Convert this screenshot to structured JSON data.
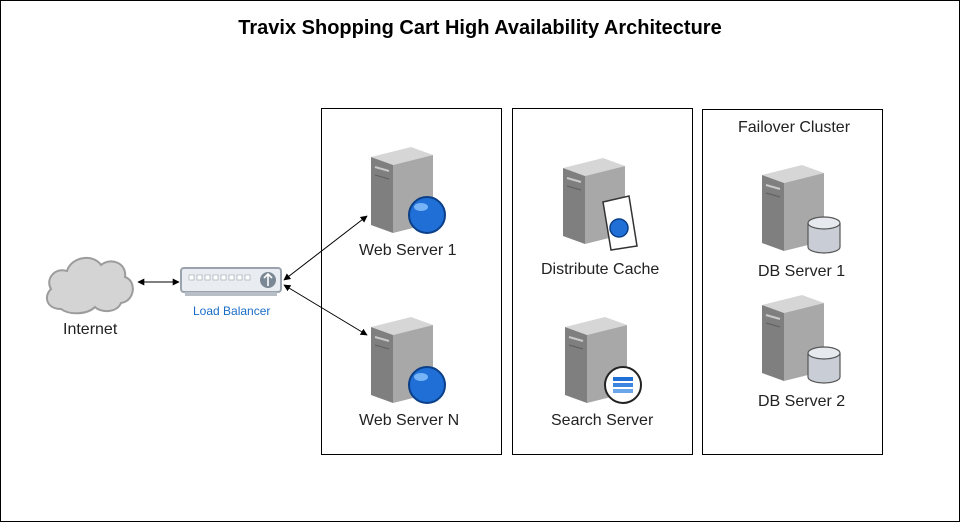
{
  "diagram": {
    "title": "Travix Shopping Cart High Availability Architecture",
    "nodes": {
      "internet": {
        "label": "Internet",
        "icon": "cloud-icon"
      },
      "load_balancer": {
        "label": "Load Balancer",
        "icon": "load-balancer-icon"
      },
      "web_server_1": {
        "label": "Web Server 1",
        "icon": "web-server-icon"
      },
      "web_server_n": {
        "label": "Web Server N",
        "icon": "web-server-icon"
      },
      "distribute_cache": {
        "label": "Distribute Cache",
        "icon": "cache-server-icon"
      },
      "search_server": {
        "label": "Search Server",
        "icon": "search-server-icon"
      },
      "db_server_1": {
        "label": "DB Server 1",
        "icon": "database-server-icon"
      },
      "db_server_2": {
        "label": "DB Server 2",
        "icon": "database-server-icon"
      }
    },
    "groups": {
      "failover_cluster": {
        "label": "Failover Cluster"
      }
    },
    "edges": [
      {
        "from": "internet",
        "to": "load_balancer",
        "style": "bidirectional-arrow"
      },
      {
        "from": "load_balancer",
        "to": "web_server_1",
        "style": "bidirectional-arrow"
      },
      {
        "from": "load_balancer",
        "to": "web_server_n",
        "style": "bidirectional-arrow"
      }
    ],
    "colors": {
      "lb_label": "#1a6cc8",
      "globe": "#1f6fd6",
      "server_body": "#9a9a9a",
      "cloud": "#d4d4d4"
    }
  }
}
